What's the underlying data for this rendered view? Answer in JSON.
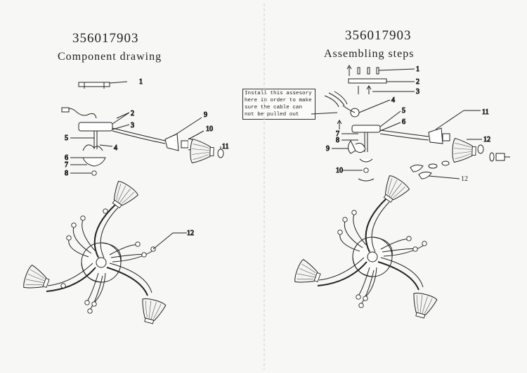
{
  "left_panel": {
    "part_number": "356017903",
    "subtitle": "Component drawing",
    "callouts": [
      "1",
      "2",
      "3",
      "4",
      "5",
      "6",
      "7",
      "8",
      "9",
      "10",
      "11",
      "12"
    ]
  },
  "right_panel": {
    "part_number": "356017903",
    "subtitle": "Assembling steps",
    "note_lines": [
      "Install this assesory",
      "here in order to make",
      "sure the cable can",
      "not be pulled out"
    ],
    "callouts": [
      "1",
      "2",
      "3",
      "4",
      "5",
      "6",
      "7",
      "8",
      "9",
      "10",
      "11",
      "12"
    ]
  },
  "colors": {
    "paper": "#f7f7f5",
    "ink": "#1a1a1a",
    "fold": "#c9c9c9"
  }
}
